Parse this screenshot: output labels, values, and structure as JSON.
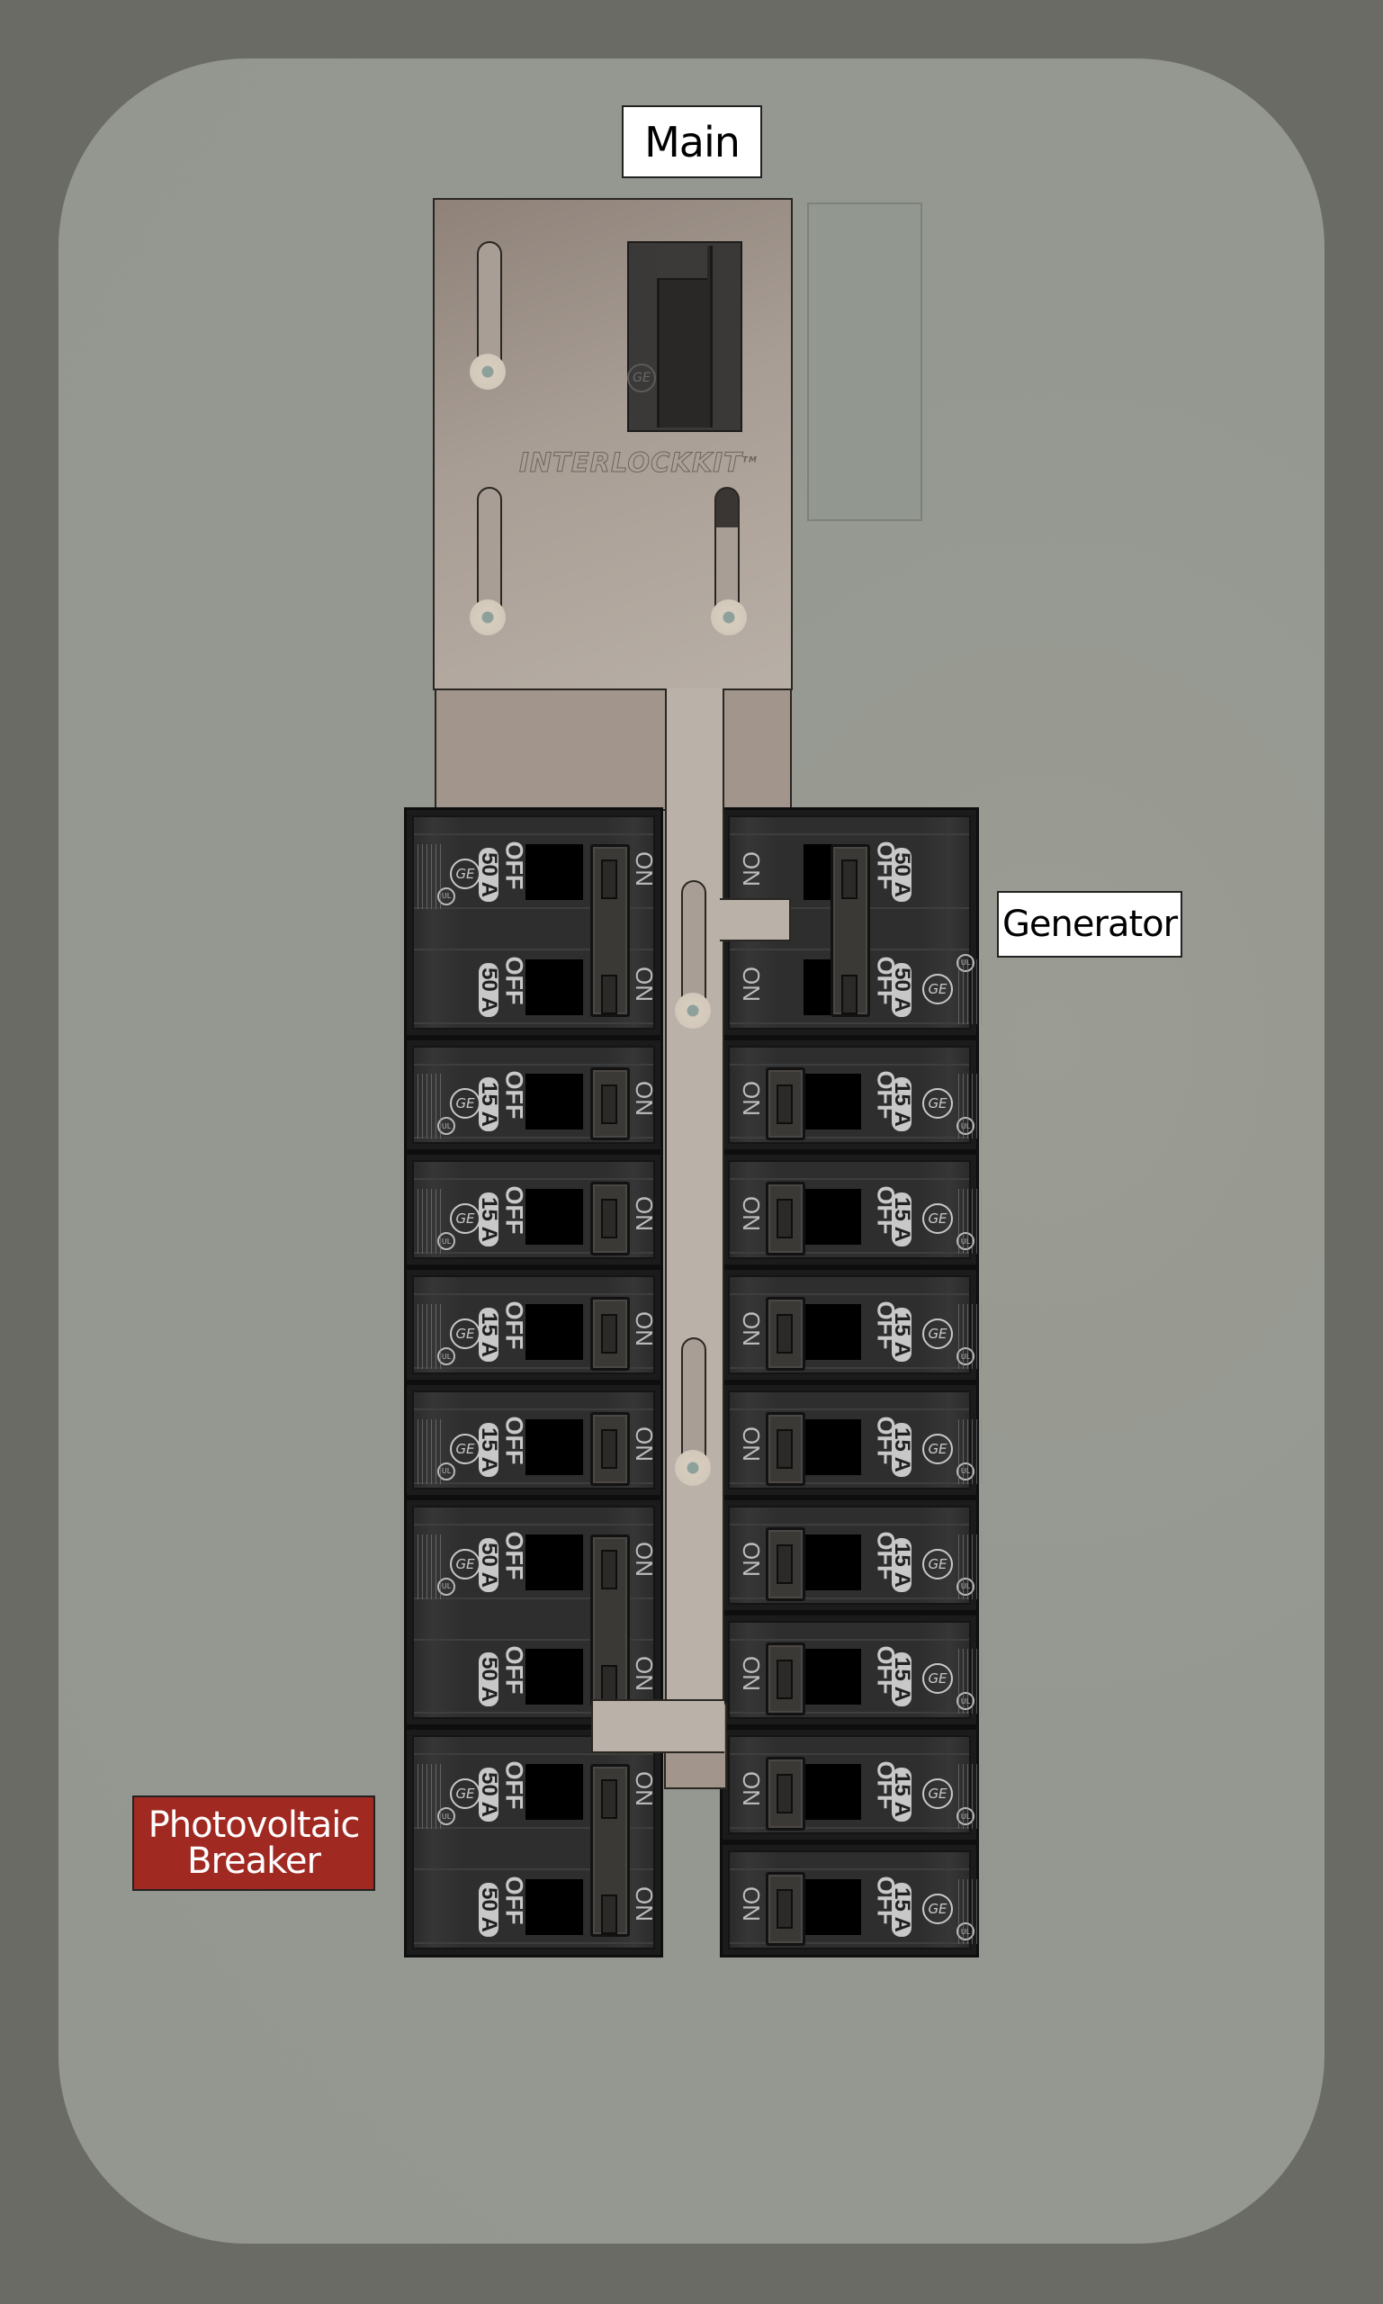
{
  "labels": {
    "main": "Main",
    "generator": "Generator",
    "photovoltaic_line1": "Photovoltaic",
    "photovoltaic_line2": "Breaker"
  },
  "interlock": {
    "brand_text": "INTERLOCKKIT",
    "trademark": "TM"
  },
  "main_breaker": {
    "logo": "GE"
  },
  "switch_text": {
    "on": "ON",
    "off": "OFF"
  },
  "colors": {
    "background": "#6a6b64",
    "panel": "#949891",
    "plate": "#b8afa6",
    "breaker": "#2e2e2e",
    "pv_label": "#a02a22"
  },
  "left_column": [
    {
      "id": "L1",
      "poles": 2,
      "amps": "50",
      "unit": "A",
      "state": "ON"
    },
    {
      "id": "L2",
      "poles": 1,
      "amps": "15",
      "unit": "A",
      "state": "ON"
    },
    {
      "id": "L3",
      "poles": 1,
      "amps": "15",
      "unit": "A",
      "state": "ON"
    },
    {
      "id": "L4",
      "poles": 1,
      "amps": "15",
      "unit": "A",
      "state": "ON"
    },
    {
      "id": "L5",
      "poles": 1,
      "amps": "15",
      "unit": "A",
      "state": "ON"
    },
    {
      "id": "L6",
      "poles": 2,
      "amps": "50",
      "unit": "A",
      "state": "ON"
    },
    {
      "id": "L7",
      "poles": 2,
      "amps": "50",
      "unit": "A",
      "state": "ON",
      "label": "Photovoltaic Breaker"
    }
  ],
  "right_column": [
    {
      "id": "R1",
      "poles": 2,
      "amps": "50",
      "unit": "A",
      "state": "OFF",
      "label": "Generator"
    },
    {
      "id": "R2",
      "poles": 1,
      "amps": "15",
      "unit": "A",
      "state": "ON"
    },
    {
      "id": "R3",
      "poles": 1,
      "amps": "15",
      "unit": "A",
      "state": "ON"
    },
    {
      "id": "R4",
      "poles": 1,
      "amps": "15",
      "unit": "A",
      "state": "ON"
    },
    {
      "id": "R5",
      "poles": 1,
      "amps": "15",
      "unit": "A",
      "state": "ON"
    },
    {
      "id": "R6",
      "poles": 1,
      "amps": "15",
      "unit": "A",
      "state": "ON"
    },
    {
      "id": "R7",
      "poles": 1,
      "amps": "15",
      "unit": "A",
      "state": "ON"
    },
    {
      "id": "R8",
      "poles": 1,
      "amps": "15",
      "unit": "A",
      "state": "ON"
    },
    {
      "id": "R9",
      "poles": 1,
      "amps": "15",
      "unit": "A",
      "state": "ON"
    }
  ]
}
